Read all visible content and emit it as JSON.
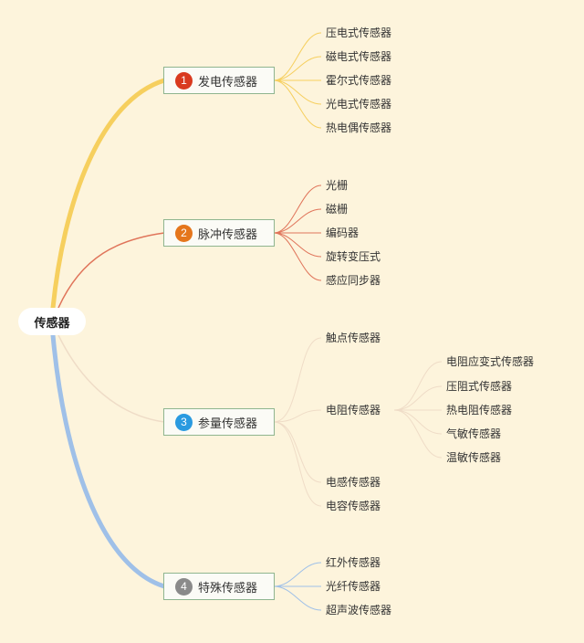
{
  "root": {
    "label": "传感器"
  },
  "branches": [
    {
      "number": "1",
      "label": "发电传感器",
      "badge_color": "#d93a1f",
      "line_color": "#f6cf5e",
      "children": [
        "压电式传感器",
        "磁电式传感器",
        "霍尔式传感器",
        "光电式传感器",
        "热电偶传感器"
      ]
    },
    {
      "number": "2",
      "label": "脉冲传感器",
      "badge_color": "#e5761c",
      "line_color": "#e0745a",
      "children": [
        "光栅",
        "磁栅",
        "编码器",
        "旋转变压式",
        "感应同步器"
      ]
    },
    {
      "number": "3",
      "label": "参量传感器",
      "badge_color": "#2a9ae0",
      "line_color": "#efdcc7",
      "children": [
        "触点传感器",
        "电阻传感器",
        "电感传感器",
        "电容传感器"
      ],
      "sub_children": [
        "电阻应变式传感器",
        "压阻式传感器",
        "热电阻传感器",
        "气敏传感器",
        "温敏传感器"
      ]
    },
    {
      "number": "4",
      "label": "特殊传感器",
      "badge_color": "#8a8a8a",
      "line_color": "#9fc0e8",
      "children": [
        "红外传感器",
        "光纤传感器",
        "超声波传感器"
      ]
    }
  ]
}
